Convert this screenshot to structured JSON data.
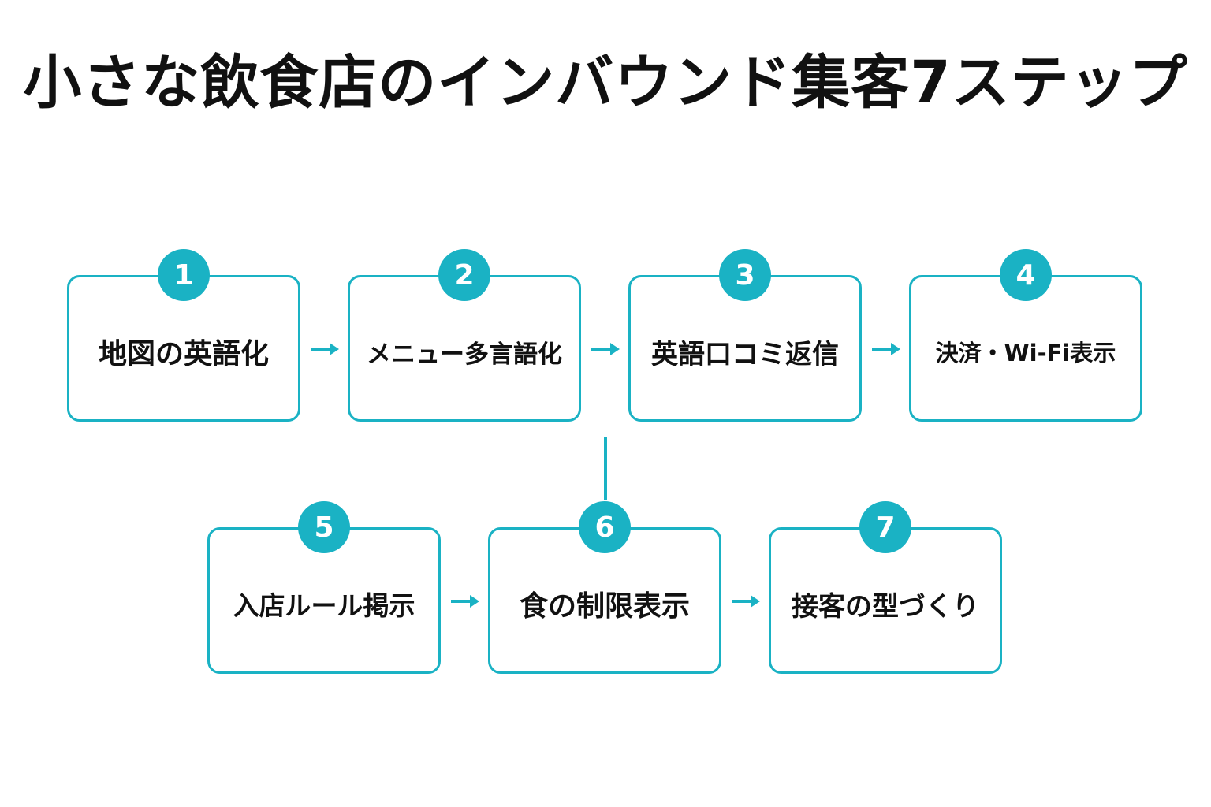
{
  "title": "小さな飲食店のインバウンド集客7ステップ",
  "accent_color": "#1ab2c4",
  "steps": [
    {
      "number": "1",
      "label": "地図の英語化"
    },
    {
      "number": "2",
      "label": "メニュー多言語化"
    },
    {
      "number": "3",
      "label": "英語口コミ返信"
    },
    {
      "number": "4",
      "label": "決済・Wi-Fi表示"
    },
    {
      "number": "5",
      "label": "入店ルール掲示"
    },
    {
      "number": "6",
      "label": "食の制限表示"
    },
    {
      "number": "7",
      "label": "接客の型づくり"
    }
  ]
}
